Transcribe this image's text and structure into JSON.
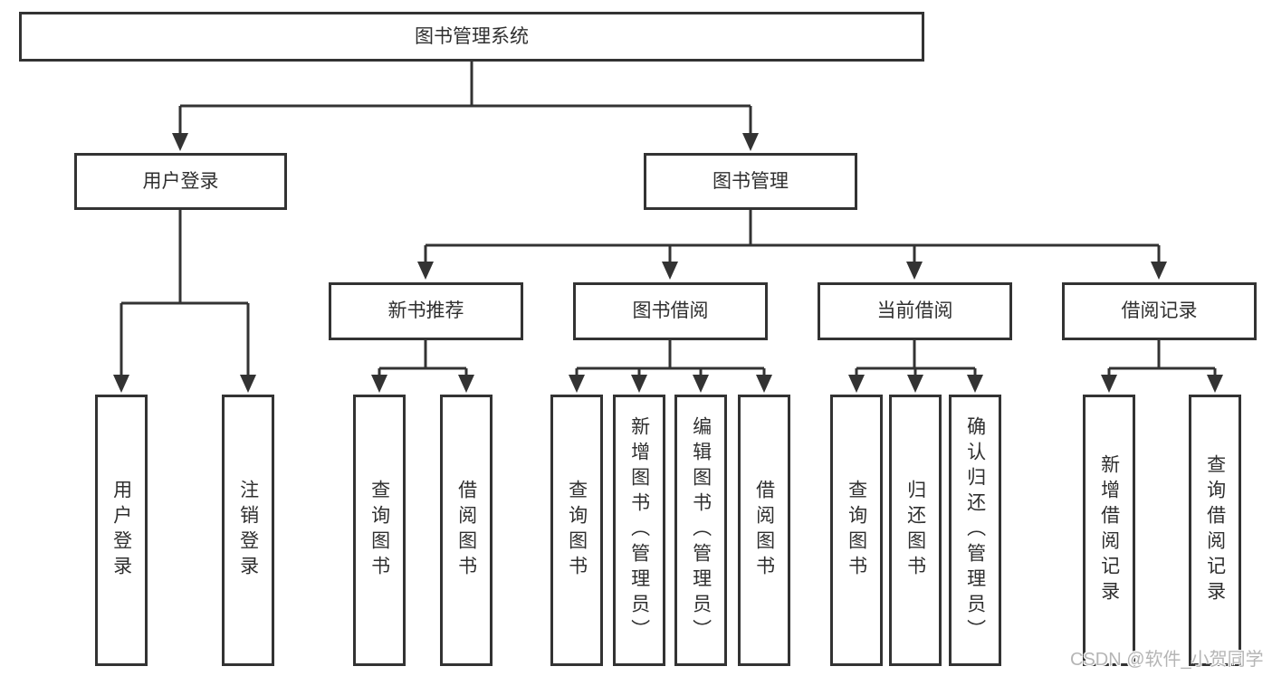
{
  "diagram": {
    "root": {
      "label": "图书管理系统"
    },
    "level2": [
      {
        "label": "用户登录"
      },
      {
        "label": "图书管理"
      }
    ],
    "level3": [
      {
        "label": "新书推荐"
      },
      {
        "label": "图书借阅"
      },
      {
        "label": "当前借阅"
      },
      {
        "label": "借阅记录"
      }
    ],
    "leaves": {
      "user_login": [
        {
          "label": "用户登录"
        },
        {
          "label": "注销登录"
        }
      ],
      "new_book": [
        {
          "label": "查询图书"
        },
        {
          "label": "借阅图书"
        }
      ],
      "book_borrow": [
        {
          "label": "查询图书"
        },
        {
          "label": "新增图书（管理员）"
        },
        {
          "label": "编辑图书（管理员）"
        },
        {
          "label": "借阅图书"
        }
      ],
      "current_borrow": [
        {
          "label": "查询图书"
        },
        {
          "label": "归还图书"
        },
        {
          "label": "确认归还（管理员）"
        }
      ],
      "borrow_records": [
        {
          "label": "新增借阅记录"
        },
        {
          "label": "查询借阅记录"
        }
      ]
    },
    "watermark": "CSDN @软件_小贺同学",
    "colors": {
      "line": "#333333",
      "box_border": "#333333",
      "box_fill": "#ffffff",
      "text": "#2f2f2f",
      "watermark": "#b5b5b5",
      "background": "#ffffff"
    }
  }
}
